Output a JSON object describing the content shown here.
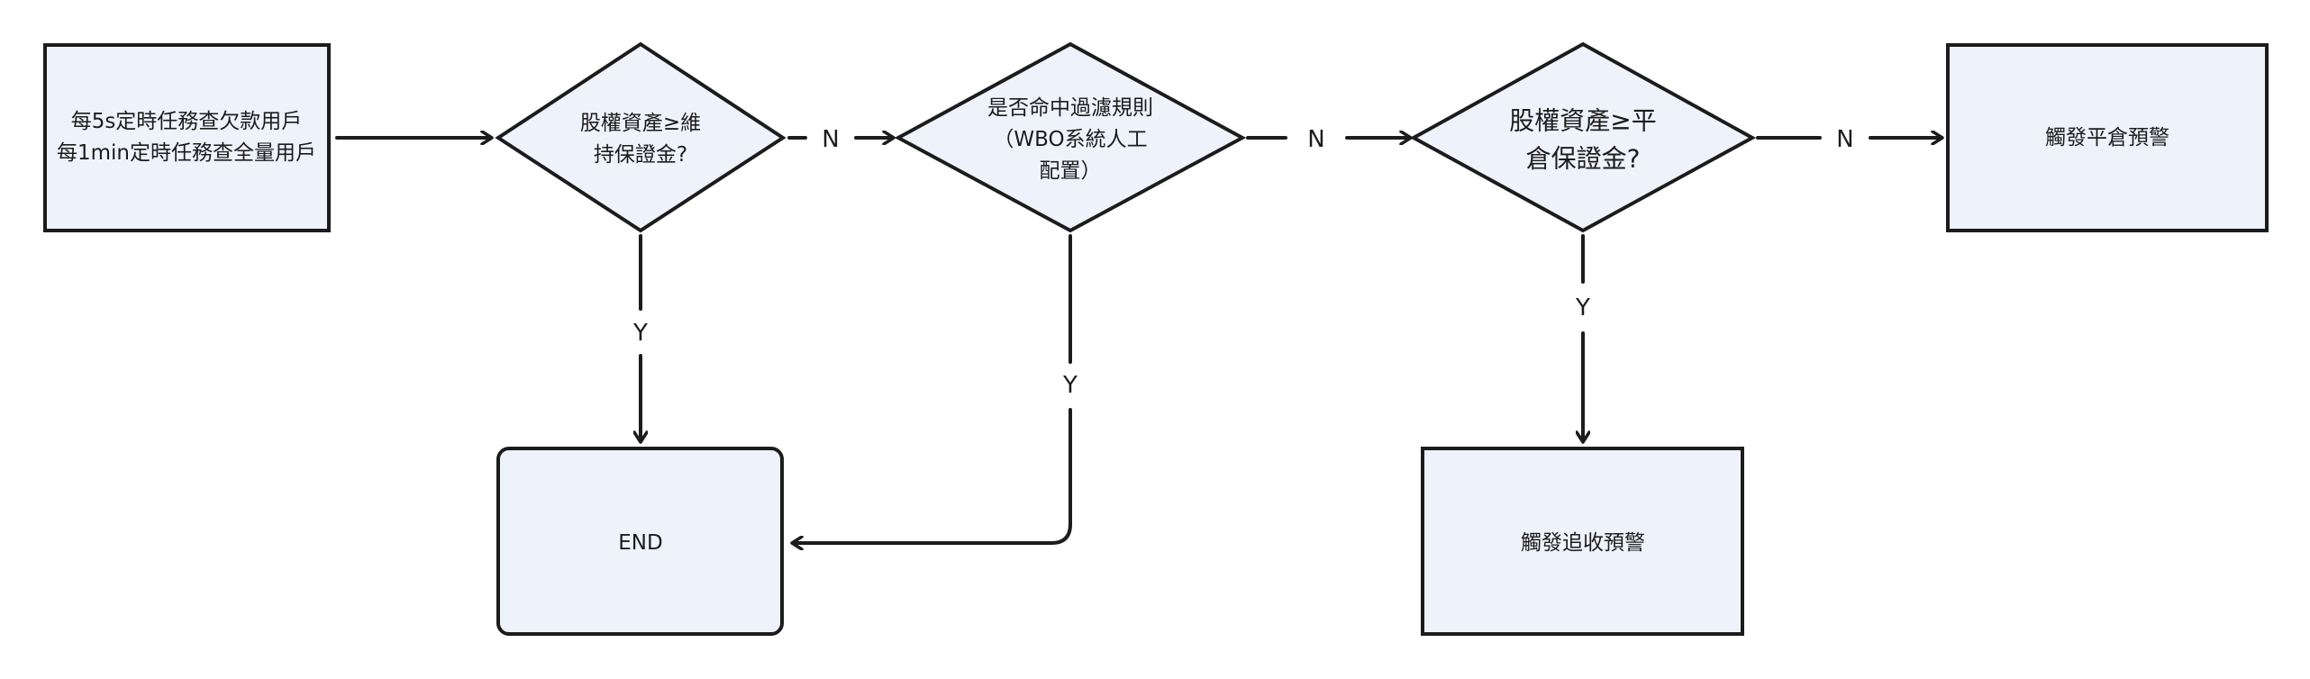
{
  "nodes": {
    "start": {
      "lines": [
        "每5s定時任務查欠款用戶",
        "每1min定時任務查全量用戶"
      ]
    },
    "decision_maintenance": {
      "lines": [
        "股權資產≥維",
        "持保證金?"
      ]
    },
    "decision_filter": {
      "lines": [
        "是否命中過濾規則",
        "（WBO系統人工",
        "配置）"
      ]
    },
    "decision_liquidation": {
      "lines": [
        "股權資產≥平",
        "倉保證金?"
      ]
    },
    "liquidation_warning": {
      "lines": [
        "觸發平倉預警"
      ]
    },
    "end": {
      "lines": [
        "END"
      ]
    },
    "margin_call_warning": {
      "lines": [
        "觸發追收預警"
      ]
    }
  },
  "edge_labels": {
    "maintenance_no": "N",
    "filter_no": "N",
    "liquidation_no": "N",
    "maintenance_yes": "Y",
    "filter_yes": "Y",
    "liquidation_yes": "Y"
  }
}
